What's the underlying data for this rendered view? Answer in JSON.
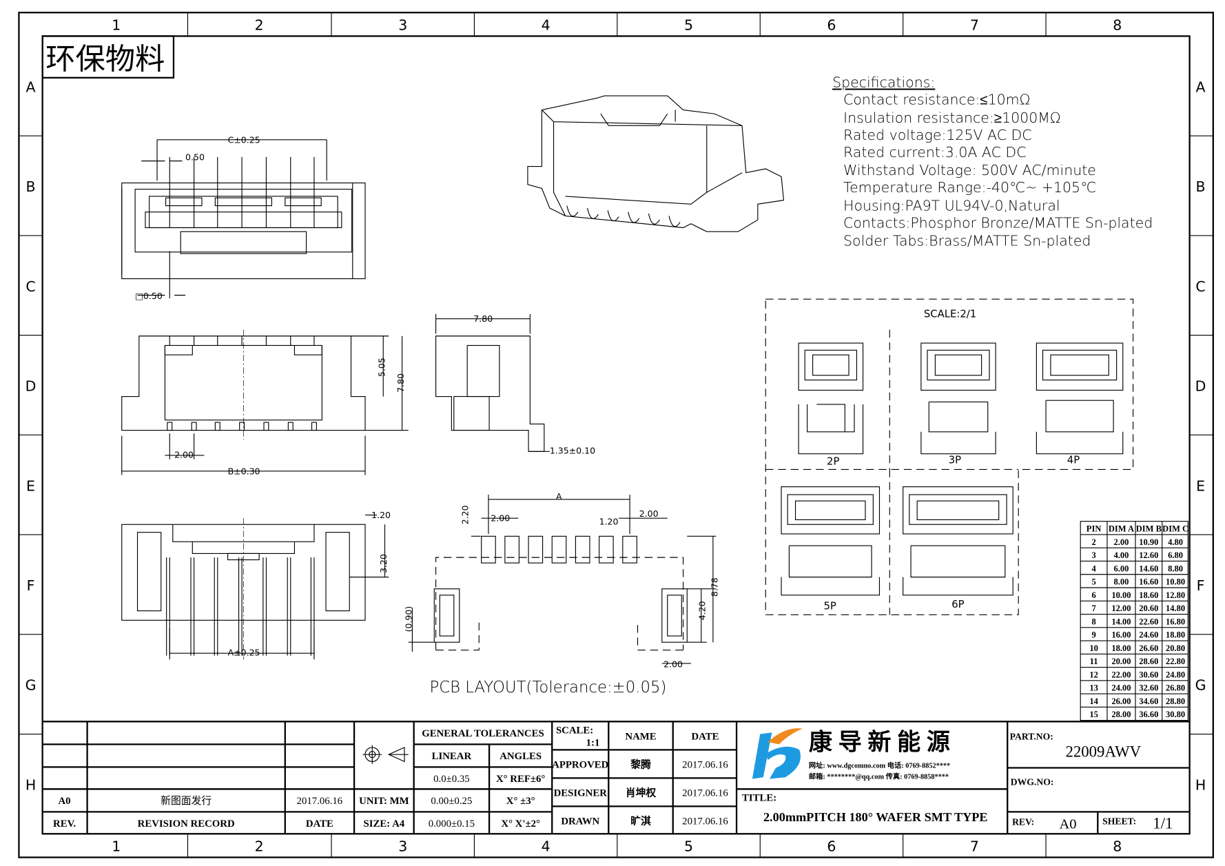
{
  "header": {
    "eco_label": "环保物料"
  },
  "grid": {
    "columns": [
      "1",
      "2",
      "3",
      "4",
      "5",
      "6",
      "7",
      "8"
    ],
    "rows": [
      "A",
      "B",
      "C",
      "D",
      "E",
      "F",
      "G",
      "H"
    ]
  },
  "specs": {
    "title": "Specifications:",
    "lines": [
      "Contact resistance:≤10mΩ",
      "Insulation resistance:≥1000MΩ",
      "Rated voltage:125V AC DC",
      "Rated current:3.0A AC DC",
      "Withstand Voltage: 500V AC/minute",
      "Temperature Range:-40℃~ +105℃",
      "Housing:PA9T UL94V-0,Natural",
      "Contacts:Phosphor Bronze/MATTE Sn-plated",
      "Solder Tabs:Brass/MATTE Sn-plated"
    ]
  },
  "dims": {
    "c": "C±0.25",
    "p050": "0.50",
    "sq050": "□0.50",
    "w780": "7.80",
    "h505": "5.05",
    "h780": "7.80",
    "t135": "1.35±0.10",
    "pitch": "2.00",
    "b": "B±0.30",
    "d120": "1.20",
    "d320": "3.20",
    "a": "A±0.25"
  },
  "pcb": {
    "a": "A",
    "d220": "2.20",
    "d200": "2.00",
    "d120": "1.20",
    "d200b": "2.00",
    "d878": "8.78",
    "d420": "4.20",
    "d090": "(0.90)",
    "d200c": "2.00",
    "title": "PCB LAYOUT(Tolerance:±0.05)"
  },
  "scale_views": {
    "scale": "SCALE:2/1",
    "labels": [
      "2P",
      "3P",
      "4P",
      "5P",
      "6P"
    ]
  },
  "pin_table": {
    "headers": [
      "PIN",
      "DIM A",
      "DIM B",
      "DIM C"
    ],
    "rows": [
      [
        "2",
        "2.00",
        "10.90",
        "4.80"
      ],
      [
        "3",
        "4.00",
        "12.60",
        "6.80"
      ],
      [
        "4",
        "6.00",
        "14.60",
        "8.80"
      ],
      [
        "5",
        "8.00",
        "16.60",
        "10.80"
      ],
      [
        "6",
        "10.00",
        "18.60",
        "12.80"
      ],
      [
        "7",
        "12.00",
        "20.60",
        "14.80"
      ],
      [
        "8",
        "14.00",
        "22.60",
        "16.80"
      ],
      [
        "9",
        "16.00",
        "24.60",
        "18.80"
      ],
      [
        "10",
        "18.00",
        "26.60",
        "20.80"
      ],
      [
        "11",
        "20.00",
        "28.60",
        "22.80"
      ],
      [
        "12",
        "22.00",
        "30.60",
        "24.80"
      ],
      [
        "13",
        "24.00",
        "32.60",
        "26.80"
      ],
      [
        "14",
        "26.00",
        "34.60",
        "28.80"
      ],
      [
        "15",
        "28.00",
        "36.60",
        "30.80"
      ]
    ]
  },
  "title_block": {
    "rev_value": "A0",
    "rev_record": "新图面发行",
    "rev_date": "2017.06.16",
    "rev_hdr": "REV.",
    "record_hdr": "REVISION RECORD",
    "date_hdr": "DATE",
    "unit": "UNIT: MM",
    "size": "SIZE: A4",
    "gen_tol": "GENERAL TOLERANCES",
    "linear": "LINEAR",
    "angles": "ANGLES",
    "lin": [
      "0.0±0.35",
      "0.00±0.25",
      "0.000±0.15"
    ],
    "ang": [
      "X° REF±6°",
      "X° ±3°",
      "X° X'±2°"
    ],
    "scale_label": "SCALE:",
    "scale_value": "1:1",
    "name_hdr": "NAME",
    "date_hdr2": "DATE",
    "roles": [
      {
        "role": "APPROVED",
        "name": "黎腾",
        "date": "2017.06.16"
      },
      {
        "role": "DESIGNER",
        "name": "肖坤权",
        "date": "2017.06.16"
      },
      {
        "role": "DRAWN",
        "name": "旷淇",
        "date": "2017.06.16"
      }
    ],
    "company": "康 导 新 能 源",
    "company_contact": [
      "网址: www.dgcomno.com  电话: 0769-8852****",
      "邮箱: ********@qq.com  传真: 0769-8858****"
    ],
    "title_label": "TITLE:",
    "title": "2.00mmPITCH 180° WAFER SMT TYPE",
    "part_no_label": "PART.NO:",
    "part_no": "22009AWV",
    "dwg_no_label": "DWG.NO:",
    "rev_label": "REV:",
    "rev": "A0",
    "sheet_label": "SHEET:",
    "sheet": "1/1"
  },
  "colors": {
    "logo_blue": "#1e9be0",
    "logo_orange": "#f08a1c"
  }
}
